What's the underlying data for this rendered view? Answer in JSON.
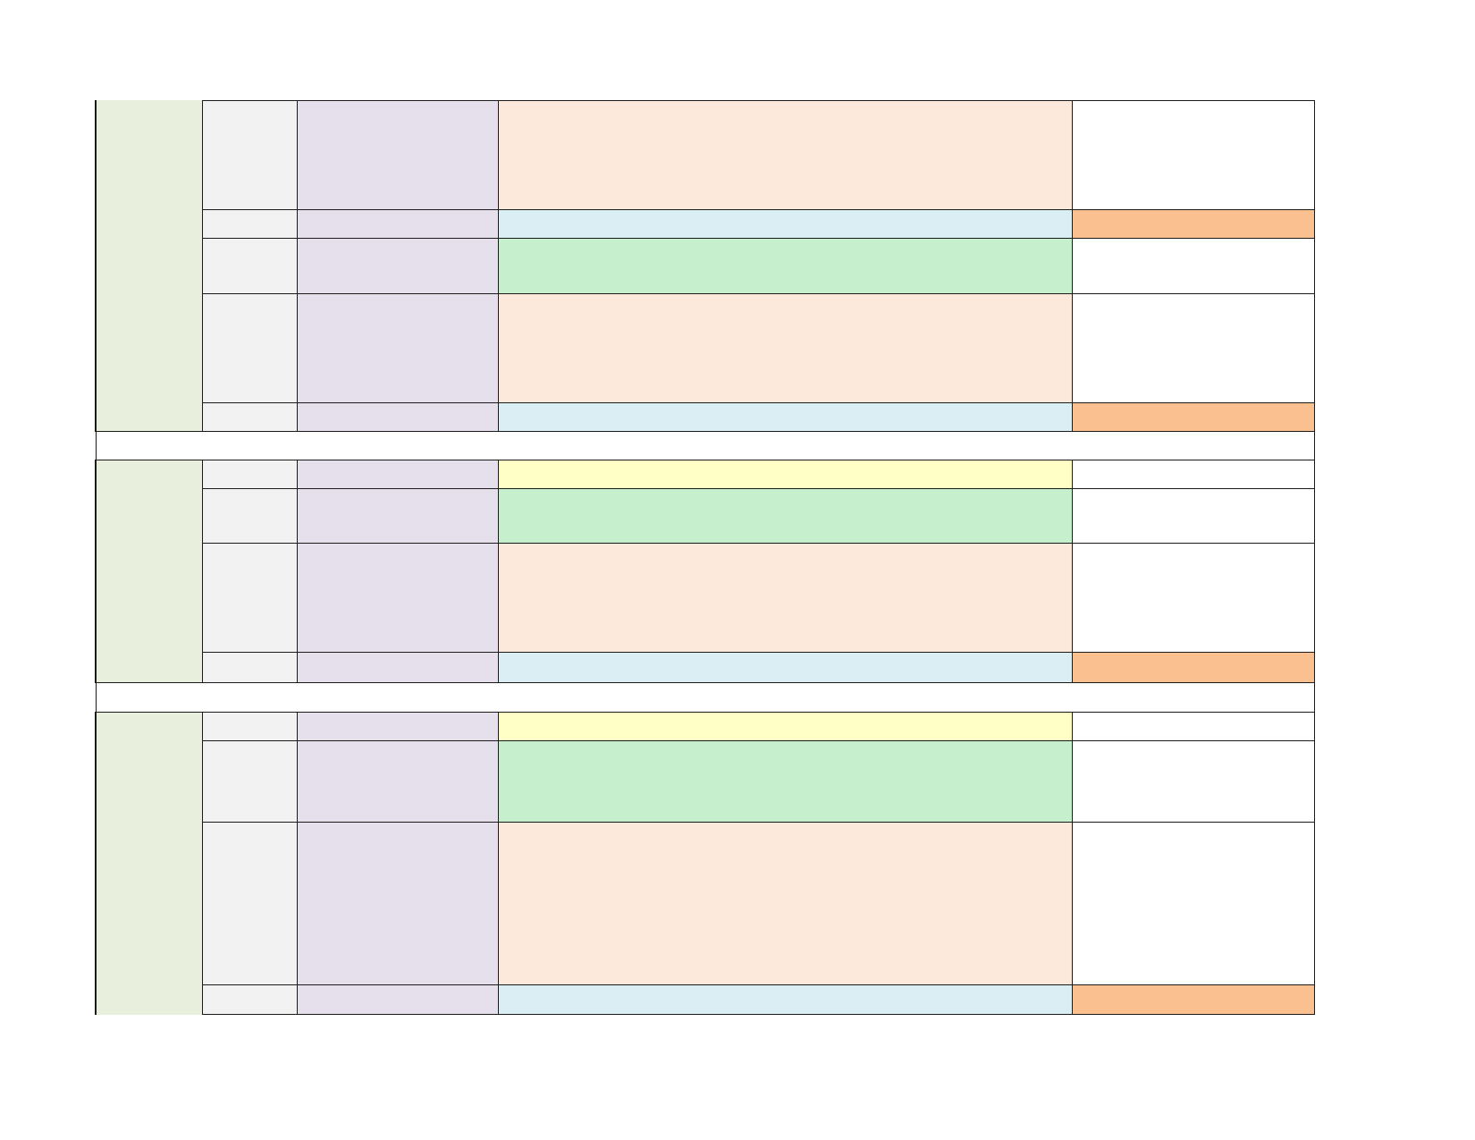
{
  "colors": {
    "section_label": "#e8f0dd",
    "number_col": "#f2f2f2",
    "lavender": "#e5e0ec",
    "peach": "#fce9db",
    "light_blue": "#dbeef4",
    "light_green": "#c6efce",
    "light_yellow": "#ffffc6",
    "orange": "#fac090",
    "white": "#ffffff"
  },
  "sections": [
    {
      "rows": [
        {
          "main": "peach",
          "side": "white"
        },
        {
          "main": "light_blue",
          "side": "orange"
        },
        {
          "main": "light_green",
          "side": "white"
        },
        {
          "main": "peach",
          "side": "white"
        },
        {
          "main": "light_blue",
          "side": "orange"
        }
      ]
    },
    {
      "rows": [
        {
          "main": "light_yellow",
          "side": "white"
        },
        {
          "main": "light_green",
          "side": "white"
        },
        {
          "main": "peach",
          "side": "white"
        },
        {
          "main": "light_blue",
          "side": "orange"
        }
      ]
    },
    {
      "rows": [
        {
          "main": "light_yellow",
          "side": "white"
        },
        {
          "main": "light_green",
          "side": "white"
        },
        {
          "main": "peach",
          "side": "white"
        },
        {
          "main": "light_blue",
          "side": "orange"
        }
      ]
    }
  ]
}
